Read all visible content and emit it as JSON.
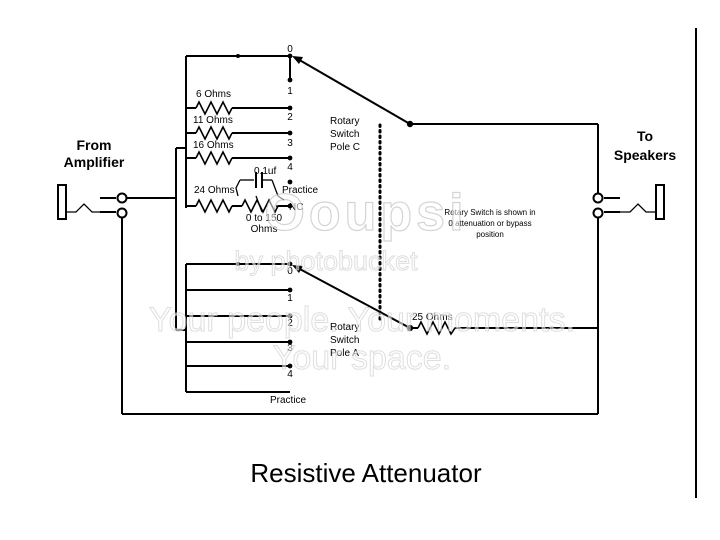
{
  "labels": {
    "from": [
      "From",
      "Amplifier"
    ],
    "to": [
      "To",
      "Speakers"
    ],
    "pole_c": [
      "Rotary",
      "Switch",
      "Pole C"
    ],
    "pole_a": [
      "Rotary",
      "Switch",
      "Pole A"
    ],
    "note": [
      "Rotary Switch is shown in",
      "0 attenuation or bypass",
      "position"
    ],
    "title": "Resistive Attenuator"
  },
  "pole_c": {
    "positions": [
      "0",
      "1",
      "2",
      "3",
      "4"
    ],
    "resistors": [
      "6 Ohms",
      "11 Ohms",
      "16 Ohms",
      "24 Ohms"
    ],
    "cap": "0.1uf",
    "practice": "Practice",
    "nc": "NC",
    "pot": [
      "0 to 150",
      "Ohms"
    ]
  },
  "pole_a": {
    "positions": [
      "0",
      "1",
      "2",
      "3",
      "4"
    ],
    "practice": "Practice",
    "resistor": "25 Ohms"
  },
  "watermark": {
    "brand": "Ooupsi",
    "by": "by photobucket",
    "line1": "Your people. Your moments.",
    "line2": "Your space."
  }
}
